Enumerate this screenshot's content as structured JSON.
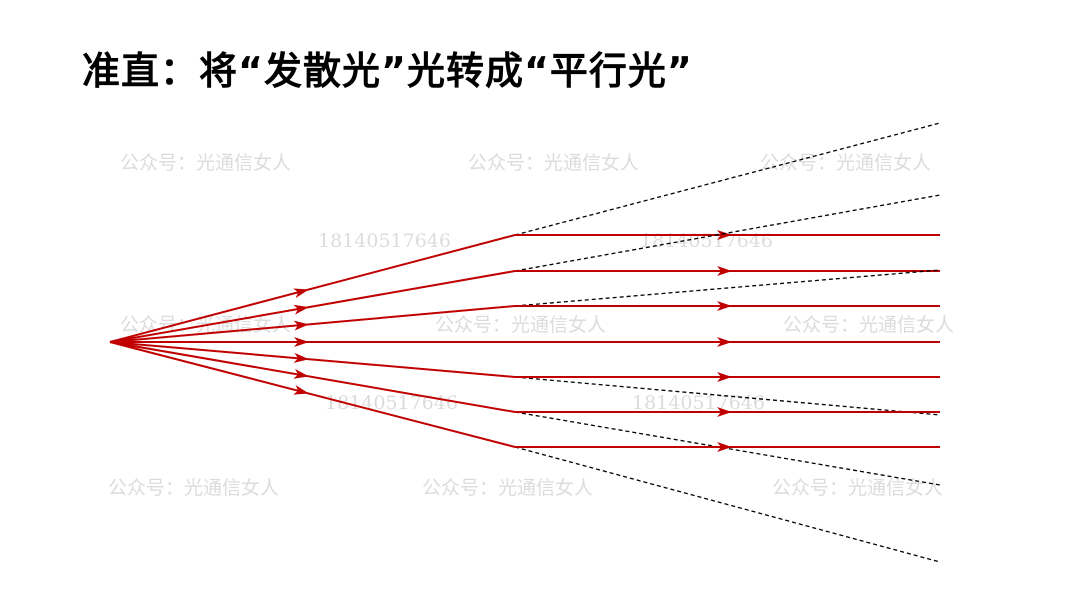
{
  "title": "准直：将“发散光”光转成“平行光”",
  "watermark_text": "公众号：光通信女人",
  "watermark_number": "18140517646",
  "colors": {
    "ray": "#c00000",
    "dashed": "#000000",
    "watermark": "#dcdcdc"
  }
}
